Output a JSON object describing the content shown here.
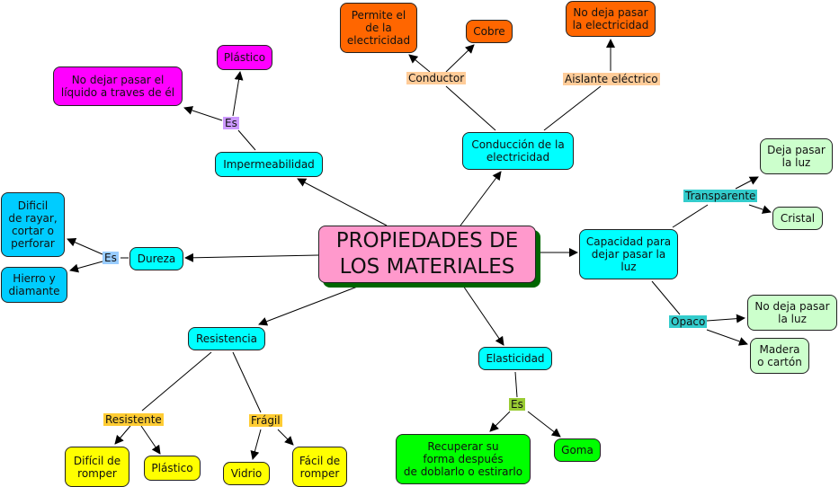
{
  "central": "PROPIEDADES DE\nLOS MATERIALES",
  "nodes": {
    "impermeabilidad": "Impermeabilidad",
    "plastico_imp": "Plástico",
    "no_dejar_liquido": "No dejar pasar el\nlíquido a traves de él",
    "dureza": "Dureza",
    "dificil_rayar": "Dificil\nde rayar,\ncortar o\nperforar",
    "hierro": "Hierro y\ndiamante",
    "conduccion": "Conducción de la\nelectricidad",
    "permite": "Permite el\nde la\nelectricidad",
    "cobre": "Cobre",
    "no_deja_elec": "No deja pasar\nla electricidad",
    "capacidad": "Capacidad para\ndejar pasar la\nluz",
    "deja_luz": "Deja pasar\nla luz",
    "cristal": "Cristal",
    "no_deja_luz": "No deja pasar\nla luz",
    "madera": "Madera\no cartón",
    "resistencia": "Resistencia",
    "dificil_romper": "Difícil de\nromper",
    "plastico_res": "Plástico",
    "vidrio": "Vidrio",
    "facil_romper": "Fácil de\nromper",
    "elasticidad": "Elasticidad",
    "recuperar": "Recuperar su\nforma después\nde doblarlo o estirarlo",
    "goma": "Goma"
  },
  "links": {
    "es_imp": "Es",
    "es_dur": "Es",
    "conductor": "Conductor",
    "aislante": "Aislante eléctrico",
    "transparente": "Transparente",
    "opaco": "Opaco",
    "resistente": "Resistente",
    "fragil": "Frágil",
    "es_elas": "Es"
  }
}
